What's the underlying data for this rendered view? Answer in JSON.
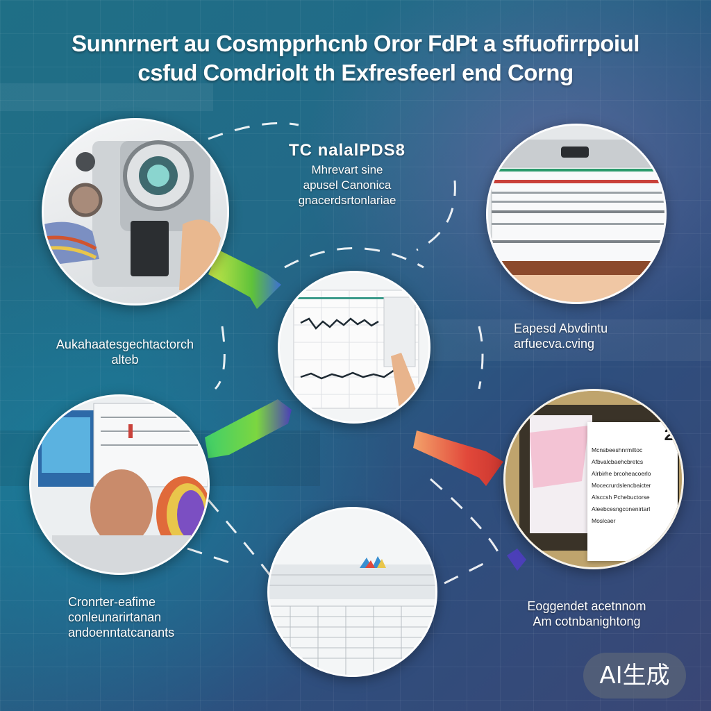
{
  "title": {
    "line1": "Sunnrnert au Cosmpprhcnb Oror FdPt a sffuofirrpoiul",
    "line2": "csfud Comdriolt th Exfresfeerl end Corng"
  },
  "top_center": {
    "heading": "TC nalalPDS8",
    "lines": [
      "Mhrevart sine",
      "apusel Canonica",
      "gnacerdsrtonlariae"
    ]
  },
  "labels": {
    "left_upper": [
      "Aukahaatesgechtactorch",
      "alteb"
    ],
    "right_upper": [
      "Eapesd Abvdintu",
      "arfuecva.cving"
    ],
    "left_lower": [
      "Cronrter-eafime",
      "conleunarirtanan",
      "andoenntatcanants"
    ],
    "right_lower": [
      "Eoggendet acetnnom",
      "Am cotnbanightong"
    ]
  },
  "document_panel": {
    "number": "2",
    "text_lines": [
      "Mcnsbeeshnrmiltoc",
      "Afbvalcbaehcbretcs",
      "Alrbirhe brcoheacoerlo",
      "Mocecrurdslencbaicter",
      "Alsccsh Pchebuctorse",
      "Aleebcesngconenirtarl",
      "Moslcaer"
    ]
  },
  "badge": "AI生成",
  "colors": {
    "green_arrow": "#6fcf3a",
    "purple_arrow": "#4b3fb8",
    "red_arrow": "#e2483a",
    "chart_line": "#1e2a33"
  }
}
